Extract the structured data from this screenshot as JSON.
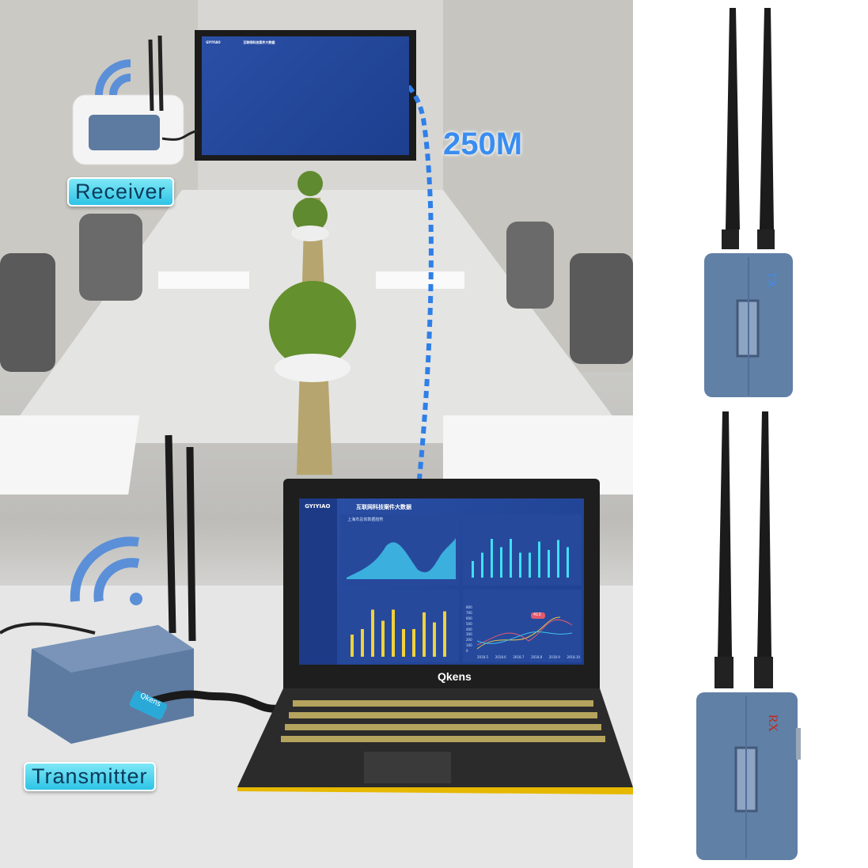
{
  "scene": {
    "range_label": "250M",
    "receiver_label": "Receiver",
    "transmitter_label": "Transmitter",
    "laptop_brand": "Qkens",
    "cable_brand": "Qkens",
    "signal_color": "#2f7fe8"
  },
  "dashboard": {
    "brand": "GYIYIAO",
    "title": "互联网科技案件大数据",
    "panel_title": "上海市总体数据趋势",
    "line_chart_x": [
      "2018.5",
      "2018.6",
      "2018.7",
      "2018.8",
      "2018.9",
      "2018.10"
    ],
    "line_chart_y": [
      "800",
      "700",
      "600",
      "500",
      "400",
      "300",
      "200",
      "100",
      "0"
    ],
    "badge_value": "413"
  },
  "devices": [
    {
      "label": "TX",
      "icon": "wifi-transmitter-device"
    },
    {
      "label": "RX",
      "icon": "wifi-receiver-device"
    }
  ]
}
